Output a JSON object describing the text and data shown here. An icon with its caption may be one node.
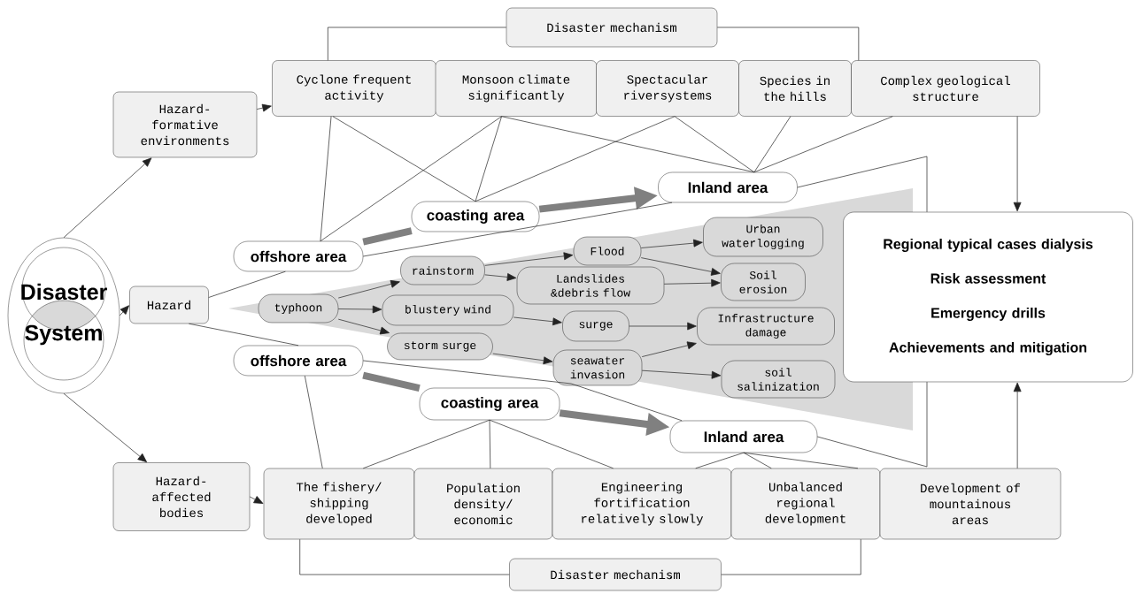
{
  "diagram": {
    "nodes": [
      {
        "text": [
          "Disaster mechanism"
        ]
      },
      {
        "text": [
          "Hazard-formative environments"
        ]
      },
      {
        "text": [
          "Cyclone frequent activity"
        ]
      },
      {
        "text": [
          "Monsoon climate significantly"
        ]
      },
      {
        "text": [
          "Spectacular riversystems"
        ]
      },
      {
        "text": [
          "Species in the hills"
        ]
      },
      {
        "text": [
          "Complex geological structure"
        ]
      },
      {
        "text": [
          "Inland area"
        ]
      },
      {
        "text": [
          "coasting area"
        ]
      },
      {
        "text": [
          "offshore area"
        ]
      },
      {
        "text": [
          "Disaster",
          "System"
        ]
      },
      {
        "text": [
          "Hazard"
        ]
      },
      {
        "text": [
          "typhoon"
        ]
      },
      {
        "text": [
          "rainstorm"
        ]
      },
      {
        "text": [
          "Flood"
        ]
      },
      {
        "text": [
          "Landslides &debris flow"
        ]
      },
      {
        "text": [
          "blustery wind"
        ]
      },
      {
        "text": [
          "surge"
        ]
      },
      {
        "text": [
          "storm surge"
        ]
      },
      {
        "text": [
          "seawater invasion"
        ]
      },
      {
        "text": [
          "Urban waterlogging"
        ]
      },
      {
        "text": [
          "Soil erosion"
        ]
      },
      {
        "text": [
          "Infrastructure damage"
        ]
      },
      {
        "text": [
          "soil salinization"
        ]
      },
      {
        "text": [
          "Regional typical cases dialysis",
          "Risk assessment",
          "Emergency drills",
          "Achievements and mitigation"
        ]
      },
      {
        "text": [
          "offshore area"
        ]
      },
      {
        "text": [
          "coasting area"
        ]
      },
      {
        "text": [
          "Inland area"
        ]
      },
      {
        "text": [
          "Hazard-affected bodies"
        ]
      },
      {
        "text": [
          "The fishery/ shipping developed"
        ]
      },
      {
        "text": [
          "Population density/ economic"
        ]
      },
      {
        "text": [
          "Engineering fortification relatively slowly"
        ]
      },
      {
        "text": [
          "Unbalanced regional development"
        ]
      },
      {
        "text": [
          "Development of mountainous areas"
        ]
      },
      {
        "text": [
          "Disaster mechanism"
        ]
      }
    ],
    "edges": [
      {
        "from": 0,
        "to": 2,
        "arrow": "none"
      },
      {
        "from": 0,
        "to": 6,
        "arrow": "none"
      },
      {
        "from": 10,
        "to": 1,
        "arrow": "to"
      },
      {
        "from": 1,
        "to": 2,
        "arrow": "to"
      },
      {
        "from": 10,
        "to": 11,
        "arrow": "to"
      },
      {
        "from": 10,
        "to": 28,
        "arrow": "to"
      },
      {
        "from": 28,
        "to": 29,
        "arrow": "to"
      },
      {
        "from": 11,
        "to": 9,
        "arrow": "none"
      },
      {
        "from": 11,
        "to": 25,
        "arrow": "none"
      },
      {
        "from": 2,
        "to": 9,
        "arrow": "none"
      },
      {
        "from": 2,
        "to": 8,
        "arrow": "none"
      },
      {
        "from": 3,
        "to": 9,
        "arrow": "none"
      },
      {
        "from": 3,
        "to": 8,
        "arrow": "none"
      },
      {
        "from": 3,
        "to": 7,
        "arrow": "none"
      },
      {
        "from": 4,
        "to": 8,
        "arrow": "none"
      },
      {
        "from": 4,
        "to": 7,
        "arrow": "none"
      },
      {
        "from": 5,
        "to": 7,
        "arrow": "none"
      },
      {
        "from": 6,
        "to": 7,
        "arrow": "none"
      },
      {
        "from": 6,
        "to": 24,
        "arrow": "to"
      },
      {
        "from": 9,
        "to": 8,
        "arrow": "none",
        "style": "thick",
        "color": "#808080"
      },
      {
        "from": 8,
        "to": 7,
        "arrow": "to",
        "style": "thick",
        "color": "#808080"
      },
      {
        "from": 9,
        "to": 7,
        "arrow": "none"
      },
      {
        "from": 7,
        "to": 24,
        "arrow": "none"
      },
      {
        "from": 12,
        "to": 13,
        "arrow": "to"
      },
      {
        "from": 12,
        "to": 16,
        "arrow": "to"
      },
      {
        "from": 12,
        "to": 18,
        "arrow": "to"
      },
      {
        "from": 13,
        "to": 14,
        "arrow": "to"
      },
      {
        "from": 13,
        "to": 15,
        "arrow": "to"
      },
      {
        "from": 16,
        "to": 17,
        "arrow": "to"
      },
      {
        "from": 18,
        "to": 19,
        "arrow": "to"
      },
      {
        "from": 14,
        "to": 20,
        "arrow": "to"
      },
      {
        "from": 14,
        "to": 21,
        "arrow": "to"
      },
      {
        "from": 15,
        "to": 21,
        "arrow": "to"
      },
      {
        "from": 17,
        "to": 22,
        "arrow": "to"
      },
      {
        "from": 19,
        "to": 22,
        "arrow": "to"
      },
      {
        "from": 19,
        "to": 23,
        "arrow": "to"
      },
      {
        "from": 25,
        "to": 26,
        "arrow": "none",
        "style": "thick",
        "color": "#808080"
      },
      {
        "from": 26,
        "to": 27,
        "arrow": "to",
        "style": "thick",
        "color": "#808080"
      },
      {
        "from": 25,
        "to": 27,
        "arrow": "none"
      },
      {
        "from": 27,
        "to": 24,
        "arrow": "none"
      },
      {
        "from": 33,
        "to": 24,
        "arrow": "to"
      },
      {
        "from": 25,
        "to": 29,
        "arrow": "none"
      },
      {
        "from": 26,
        "to": 29,
        "arrow": "none"
      },
      {
        "from": 26,
        "to": 30,
        "arrow": "none"
      },
      {
        "from": 26,
        "to": 31,
        "arrow": "none"
      },
      {
        "from": 27,
        "to": 31,
        "arrow": "none"
      },
      {
        "from": 27,
        "to": 32,
        "arrow": "none"
      },
      {
        "from": 27,
        "to": 32,
        "arrow": "none"
      },
      {
        "from": 29,
        "to": 34,
        "arrow": "none"
      },
      {
        "from": 32,
        "to": 34,
        "arrow": "none"
      }
    ]
  }
}
